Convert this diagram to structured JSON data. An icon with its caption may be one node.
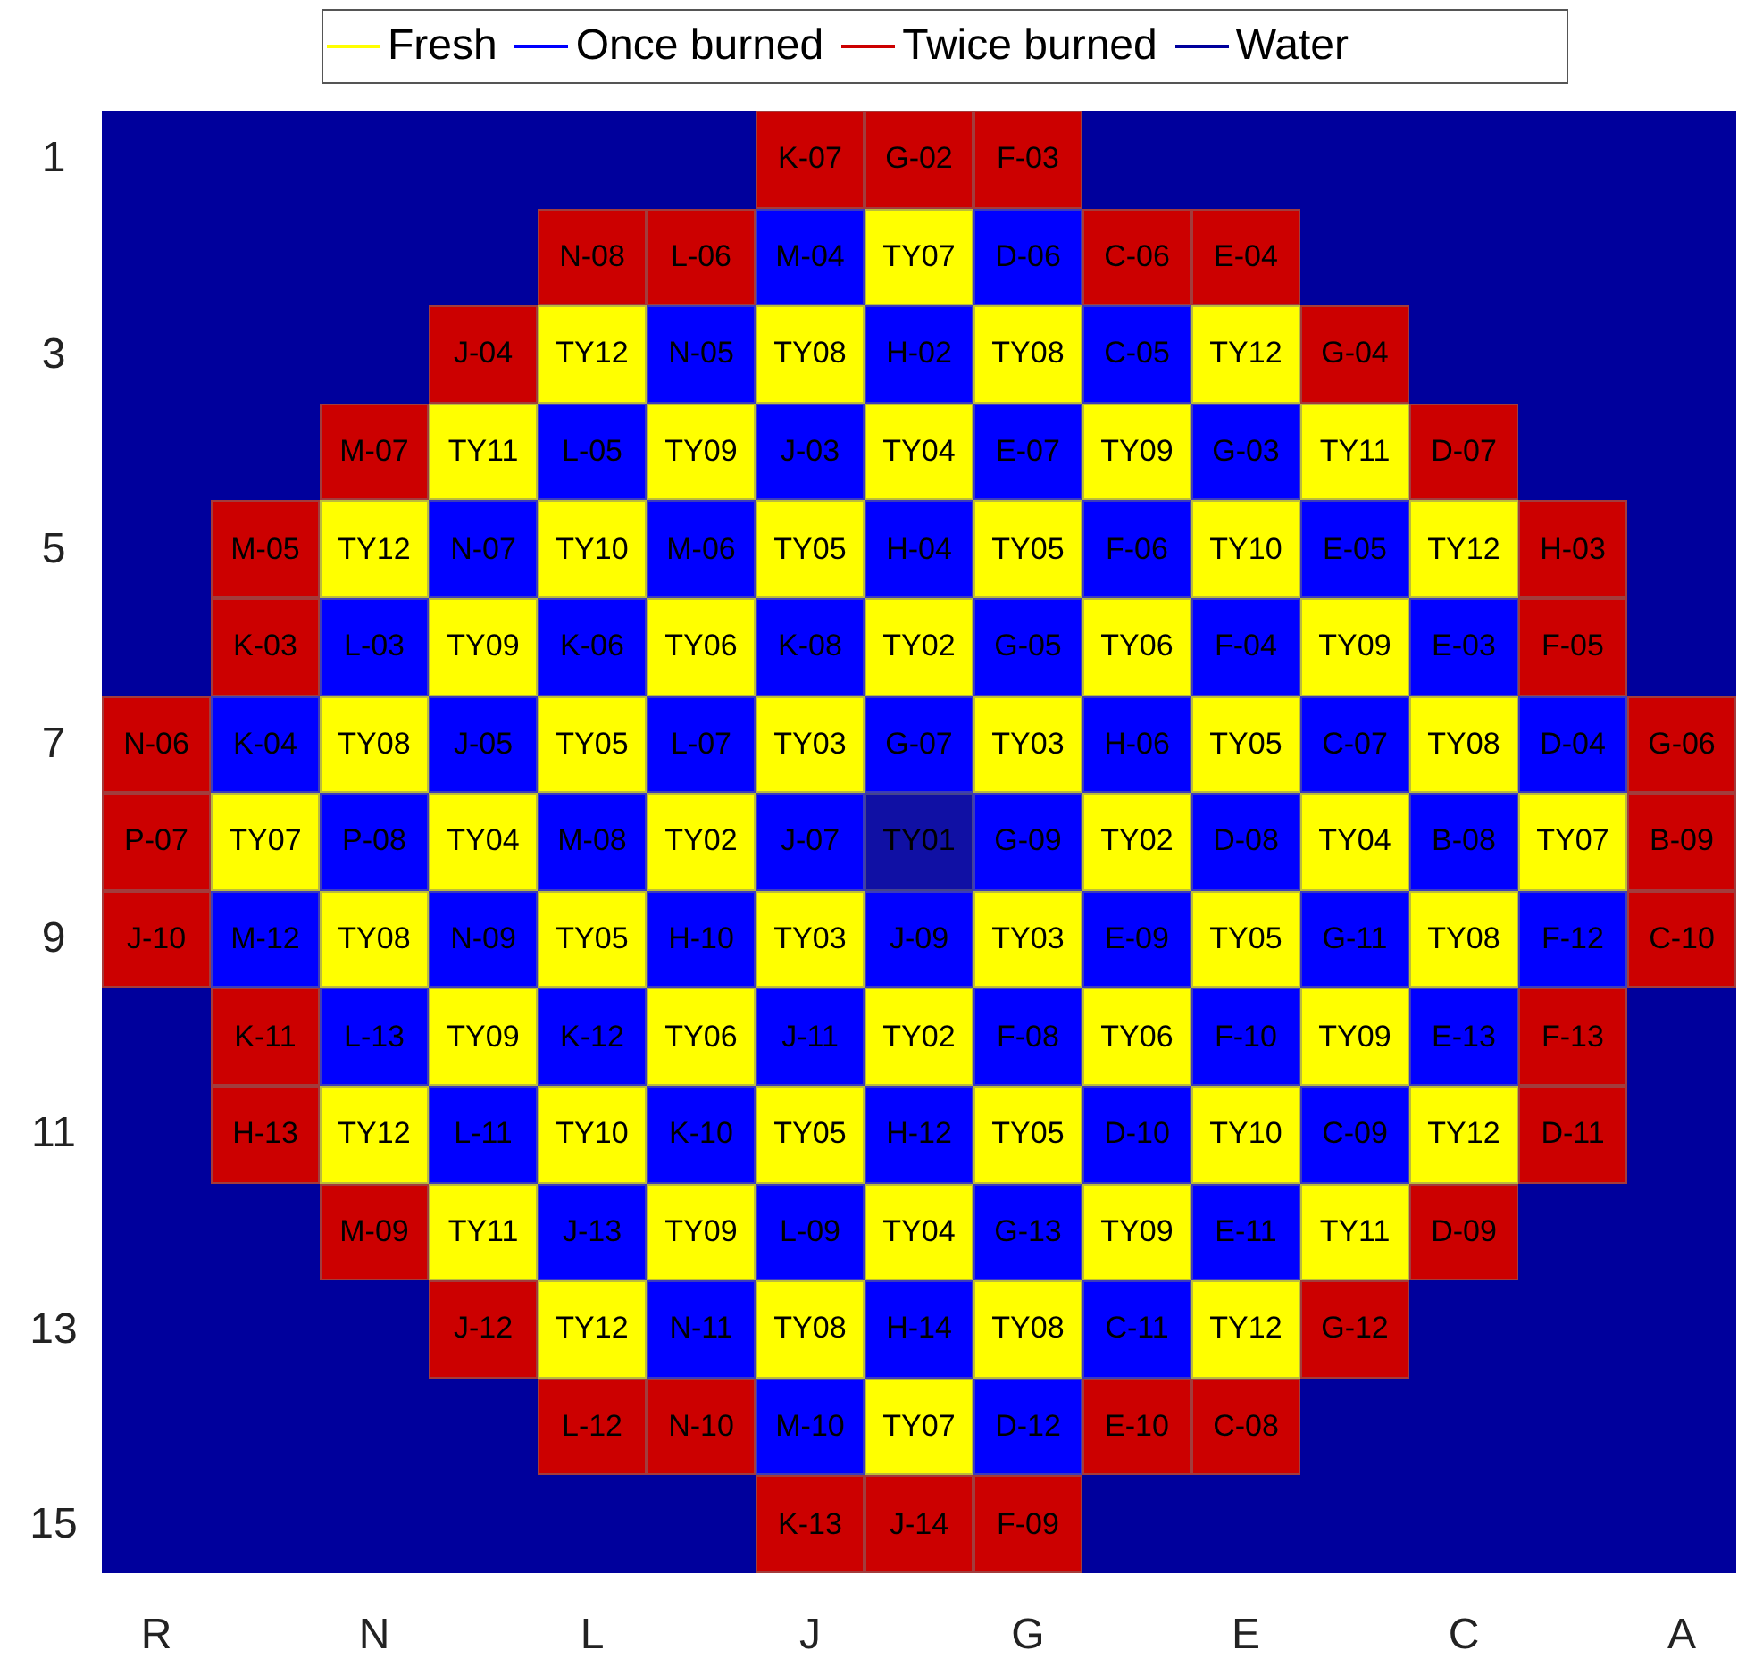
{
  "diagram": {
    "nodes": [
      {
        "text": [
          "K-07"
        ]
      },
      {
        "text": [
          "G-02"
        ]
      },
      {
        "text": [
          "F-03"
        ]
      },
      {
        "text": [
          "N-08"
        ]
      },
      {
        "text": [
          "L-06"
        ]
      },
      {
        "text": [
          "M-04"
        ]
      },
      {
        "text": [
          "TY07"
        ]
      },
      {
        "text": [
          "D-06"
        ]
      },
      {
        "text": [
          "C-06"
        ]
      },
      {
        "text": [
          "E-04"
        ]
      },
      {
        "text": [
          "J-04"
        ]
      },
      {
        "text": [
          "TY12"
        ]
      },
      {
        "text": [
          "N-05"
        ]
      },
      {
        "text": [
          "TY08"
        ]
      },
      {
        "text": [
          "H-02"
        ]
      },
      {
        "text": [
          "TY08"
        ]
      },
      {
        "text": [
          "C-05"
        ]
      },
      {
        "text": [
          "TY12"
        ]
      },
      {
        "text": [
          "G-04"
        ]
      },
      {
        "text": [
          "M-07"
        ]
      },
      {
        "text": [
          "TY11"
        ]
      },
      {
        "text": [
          "L-05"
        ]
      },
      {
        "text": [
          "TY09"
        ]
      },
      {
        "text": [
          "J-03"
        ]
      },
      {
        "text": [
          "TY04"
        ]
      },
      {
        "text": [
          "E-07"
        ]
      },
      {
        "text": [
          "TY09"
        ]
      },
      {
        "text": [
          "G-03"
        ]
      },
      {
        "text": [
          "TY11"
        ]
      },
      {
        "text": [
          "D-07"
        ]
      },
      {
        "text": [
          "M-05"
        ]
      },
      {
        "text": [
          "TY12"
        ]
      },
      {
        "text": [
          "N-07"
        ]
      },
      {
        "text": [
          "TY10"
        ]
      },
      {
        "text": [
          "M-06"
        ]
      },
      {
        "text": [
          "TY05"
        ]
      },
      {
        "text": [
          "H-04"
        ]
      },
      {
        "text": [
          "TY05"
        ]
      },
      {
        "text": [
          "F-06"
        ]
      },
      {
        "text": [
          "TY10"
        ]
      },
      {
        "text": [
          "E-05"
        ]
      },
      {
        "text": [
          "TY12"
        ]
      },
      {
        "text": [
          "H-03"
        ]
      },
      {
        "text": [
          "K-03"
        ]
      },
      {
        "text": [
          "L-03"
        ]
      },
      {
        "text": [
          "TY09"
        ]
      },
      {
        "text": [
          "K-06"
        ]
      },
      {
        "text": [
          "TY06"
        ]
      },
      {
        "text": [
          "K-08"
        ]
      },
      {
        "text": [
          "TY02"
        ]
      },
      {
        "text": [
          "G-05"
        ]
      },
      {
        "text": [
          "TY06"
        ]
      },
      {
        "text": [
          "F-04"
        ]
      },
      {
        "text": [
          "TY09"
        ]
      },
      {
        "text": [
          "E-03"
        ]
      },
      {
        "text": [
          "F-05"
        ]
      },
      {
        "text": [
          "N-06"
        ]
      },
      {
        "text": [
          "K-04"
        ]
      },
      {
        "text": [
          "TY08"
        ]
      },
      {
        "text": [
          "J-05"
        ]
      },
      {
        "text": [
          "TY05"
        ]
      },
      {
        "text": [
          "L-07"
        ]
      },
      {
        "text": [
          "TY03"
        ]
      },
      {
        "text": [
          "G-07"
        ]
      },
      {
        "text": [
          "TY03"
        ]
      },
      {
        "text": [
          "H-06"
        ]
      },
      {
        "text": [
          "TY05"
        ]
      },
      {
        "text": [
          "C-07"
        ]
      },
      {
        "text": [
          "TY08"
        ]
      },
      {
        "text": [
          "D-04"
        ]
      },
      {
        "text": [
          "G-06"
        ]
      },
      {
        "text": [
          "P-07"
        ]
      },
      {
        "text": [
          "TY07"
        ]
      },
      {
        "text": [
          "P-08"
        ]
      },
      {
        "text": [
          "TY04"
        ]
      },
      {
        "text": [
          "M-08"
        ]
      },
      {
        "text": [
          "TY02"
        ]
      },
      {
        "text": [
          "J-07"
        ]
      },
      {
        "text": [
          "TY01"
        ]
      },
      {
        "text": [
          "G-09"
        ]
      },
      {
        "text": [
          "TY02"
        ]
      },
      {
        "text": [
          "D-08"
        ]
      },
      {
        "text": [
          "TY04"
        ]
      },
      {
        "text": [
          "B-08"
        ]
      },
      {
        "text": [
          "TY07"
        ]
      },
      {
        "text": [
          "B-09"
        ]
      },
      {
        "text": [
          "J-10"
        ]
      },
      {
        "text": [
          "M-12"
        ]
      },
      {
        "text": [
          "TY08"
        ]
      },
      {
        "text": [
          "N-09"
        ]
      },
      {
        "text": [
          "TY05"
        ]
      },
      {
        "text": [
          "H-10"
        ]
      },
      {
        "text": [
          "TY03"
        ]
      },
      {
        "text": [
          "J-09"
        ]
      },
      {
        "text": [
          "TY03"
        ]
      },
      {
        "text": [
          "E-09"
        ]
      },
      {
        "text": [
          "TY05"
        ]
      },
      {
        "text": [
          "G-11"
        ]
      },
      {
        "text": [
          "TY08"
        ]
      },
      {
        "text": [
          "F-12"
        ]
      },
      {
        "text": [
          "C-10"
        ]
      },
      {
        "text": [
          "K-11"
        ]
      },
      {
        "text": [
          "L-13"
        ]
      },
      {
        "text": [
          "TY09"
        ]
      },
      {
        "text": [
          "K-12"
        ]
      },
      {
        "text": [
          "TY06"
        ]
      },
      {
        "text": [
          "J-11"
        ]
      },
      {
        "text": [
          "TY02"
        ]
      },
      {
        "text": [
          "F-08"
        ]
      },
      {
        "text": [
          "TY06"
        ]
      },
      {
        "text": [
          "F-10"
        ]
      },
      {
        "text": [
          "TY09"
        ]
      },
      {
        "text": [
          "E-13"
        ]
      },
      {
        "text": [
          "F-13"
        ]
      },
      {
        "text": [
          "H-13"
        ]
      },
      {
        "text": [
          "TY12"
        ]
      },
      {
        "text": [
          "L-11"
        ]
      },
      {
        "text": [
          "TY10"
        ]
      },
      {
        "text": [
          "K-10"
        ]
      },
      {
        "text": [
          "TY05"
        ]
      },
      {
        "text": [
          "H-12"
        ]
      },
      {
        "text": [
          "TY05"
        ]
      },
      {
        "text": [
          "D-10"
        ]
      },
      {
        "text": [
          "TY10"
        ]
      },
      {
        "text": [
          "C-09"
        ]
      },
      {
        "text": [
          "TY12"
        ]
      },
      {
        "text": [
          "D-11"
        ]
      },
      {
        "text": [
          "M-09"
        ]
      },
      {
        "text": [
          "TY11"
        ]
      },
      {
        "text": [
          "J-13"
        ]
      },
      {
        "text": [
          "TY09"
        ]
      },
      {
        "text": [
          "L-09"
        ]
      },
      {
        "text": [
          "TY04"
        ]
      },
      {
        "text": [
          "G-13"
        ]
      },
      {
        "text": [
          "TY09"
        ]
      },
      {
        "text": [
          "E-11"
        ]
      },
      {
        "text": [
          "TY11"
        ]
      },
      {
        "text": [
          "D-09"
        ]
      },
      {
        "text": [
          "J-12"
        ]
      },
      {
        "text": [
          "TY12"
        ]
      },
      {
        "text": [
          "N-11"
        ]
      },
      {
        "text": [
          "TY08"
        ]
      },
      {
        "text": [
          "H-14"
        ]
      },
      {
        "text": [
          "TY08"
        ]
      },
      {
        "text": [
          "C-11"
        ]
      },
      {
        "text": [
          "TY12"
        ]
      },
      {
        "text": [
          "G-12"
        ]
      },
      {
        "text": [
          "L-12"
        ]
      },
      {
        "text": [
          "N-10"
        ]
      },
      {
        "text": [
          "M-10"
        ]
      },
      {
        "text": [
          "TY07"
        ]
      },
      {
        "text": [
          "D-12"
        ]
      },
      {
        "text": [
          "E-10"
        ]
      },
      {
        "text": [
          "C-08"
        ]
      },
      {
        "text": [
          "K-13"
        ]
      },
      {
        "text": [
          "J-14"
        ]
      },
      {
        "text": [
          "F-09"
        ]
      }
    ],
    "labels": [
      "1",
      "3",
      "5",
      "7",
      "9",
      "11",
      "13",
      "15",
      "R",
      "N",
      "L",
      "J",
      "G",
      "E",
      "C",
      "A"
    ],
    "legend": [
      {
        "text": "Fresh",
        "color": "#ffff00"
      },
      {
        "text": "Once burned",
        "color": "#0000ff"
      },
      {
        "text": "Twice burned",
        "color": "#cc0000"
      },
      {
        "text": "Water",
        "color": "#00009c"
      }
    ]
  }
}
